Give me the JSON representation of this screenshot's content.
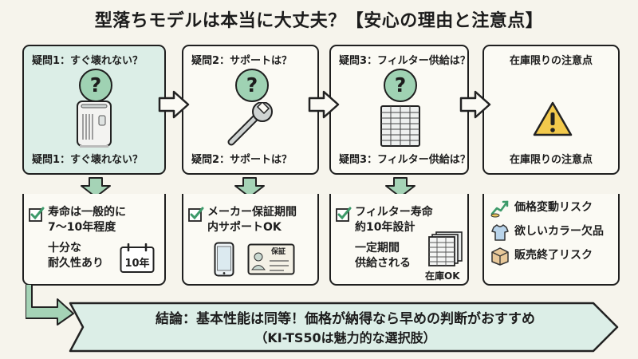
{
  "title": "型落ちモデルは本当に大丈夫？【安心の理由と注意点】",
  "panels": [
    {
      "head": "疑問1：すぐ壊れない？",
      "foot": "疑問1：すぐ壊れない？",
      "icon": "air-purifier-icon"
    },
    {
      "head": "疑問2：サポートは？",
      "foot": "疑問2：サポートは？",
      "icon": "wrench-icon"
    },
    {
      "head": "疑問3：フィルター供給は？",
      "foot": "疑問3：フィルター供給は？",
      "icon": "filter-icon"
    },
    {
      "head": "在庫限りの注意点",
      "foot": "在庫限りの注意点",
      "icon": "warning-icon"
    }
  ],
  "question_mark": "?",
  "answers": {
    "a1": {
      "line1": "寿命は一般的に",
      "line2": "7〜10年程度",
      "sub1": "十分な",
      "sub2": "耐久性あり",
      "calendar": "10年"
    },
    "a2": {
      "line1": "メーカー保証期間",
      "line2": "内サポートOK",
      "card_label": "保証"
    },
    "a3": {
      "line1": "フィルター寿命",
      "line2": "約10年設計",
      "sub1": "一定期間",
      "sub2": "供給される",
      "stock": "在庫OK"
    },
    "risks": [
      {
        "label": "価格変動リスク",
        "icon": "price-chart-icon"
      },
      {
        "label": "欲しいカラー欠品",
        "icon": "tshirt-icon"
      },
      {
        "label": "販売終了リスク",
        "icon": "box-icon"
      }
    ]
  },
  "conclusion": {
    "line1": "結論：基本性能は同等！価格が納得なら早めの判断がおすすめ",
    "line2": "（KI-TS50は魅力的な選択肢）"
  },
  "colors": {
    "accent": "#9fd2b3",
    "panel_highlight": "#dceee7",
    "arrow": "#a5d3b6",
    "background": "#f6f4ec"
  }
}
